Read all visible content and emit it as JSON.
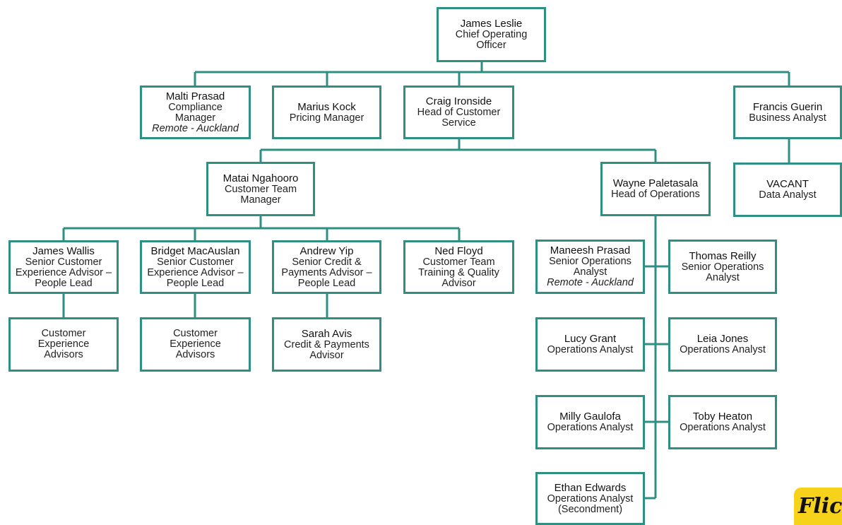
{
  "brand": {
    "logo_text": "Flick",
    "accent_color": "#2f8f83",
    "logo_color": "#f7d21b"
  },
  "nodes": {
    "james_leslie": {
      "name": "James Leslie",
      "role": "Chief Operating Officer"
    },
    "malti_prasad": {
      "name": "Malti Prasad",
      "role": "Compliance Manager",
      "note": "Remote - Auckland"
    },
    "marius_kock": {
      "name": "Marius Kock",
      "role": "Pricing Manager"
    },
    "craig_ironside": {
      "name": "Craig Ironside",
      "role": "Head of Customer Service"
    },
    "francis_guerin": {
      "name": "Francis Guerin",
      "role": "Business Analyst"
    },
    "vacant": {
      "name": "VACANT",
      "role": "Data Analyst"
    },
    "matai_ngahooro": {
      "name": "Matai Ngahooro",
      "role": "Customer Team Manager"
    },
    "wayne_paletasala": {
      "name": "Wayne Paletasala",
      "role": "Head of Operations"
    },
    "james_wallis": {
      "name": "James Wallis",
      "role": "Senior Customer Experience Advisor – People Lead"
    },
    "bridget_macauslan": {
      "name": "Bridget MacAuslan",
      "role": "Senior Customer Experience Advisor – People Lead"
    },
    "andrew_yip": {
      "name": "Andrew Yip",
      "role": "Senior Credit & Payments Advisor – People Lead"
    },
    "ned_floyd": {
      "name": "Ned Floyd",
      "role": "Customer Team Training & Quality Advisor"
    },
    "cx_advisors_1": {
      "role": "Customer Experience Advisors"
    },
    "cx_advisors_2": {
      "role": "Customer Experience Advisors"
    },
    "sarah_avis": {
      "name": "Sarah Avis",
      "role": "Credit & Payments Advisor"
    },
    "maneesh_prasad": {
      "name": "Maneesh Prasad",
      "role": "Senior Operations Analyst",
      "note": "Remote - Auckland"
    },
    "thomas_reilly": {
      "name": "Thomas Reilly",
      "role": "Senior Operations Analyst"
    },
    "lucy_grant": {
      "name": "Lucy Grant",
      "role": "Operations Analyst"
    },
    "leia_jones": {
      "name": "Leia Jones",
      "role": "Operations Analyst"
    },
    "milly_gaulofa": {
      "name": "Milly Gaulofa",
      "role": "Operations Analyst"
    },
    "toby_heaton": {
      "name": "Toby Heaton",
      "role": "Operations Analyst"
    },
    "ethan_edwards": {
      "name": "Ethan Edwards",
      "role": "Operations Analyst (Secondment)"
    }
  }
}
